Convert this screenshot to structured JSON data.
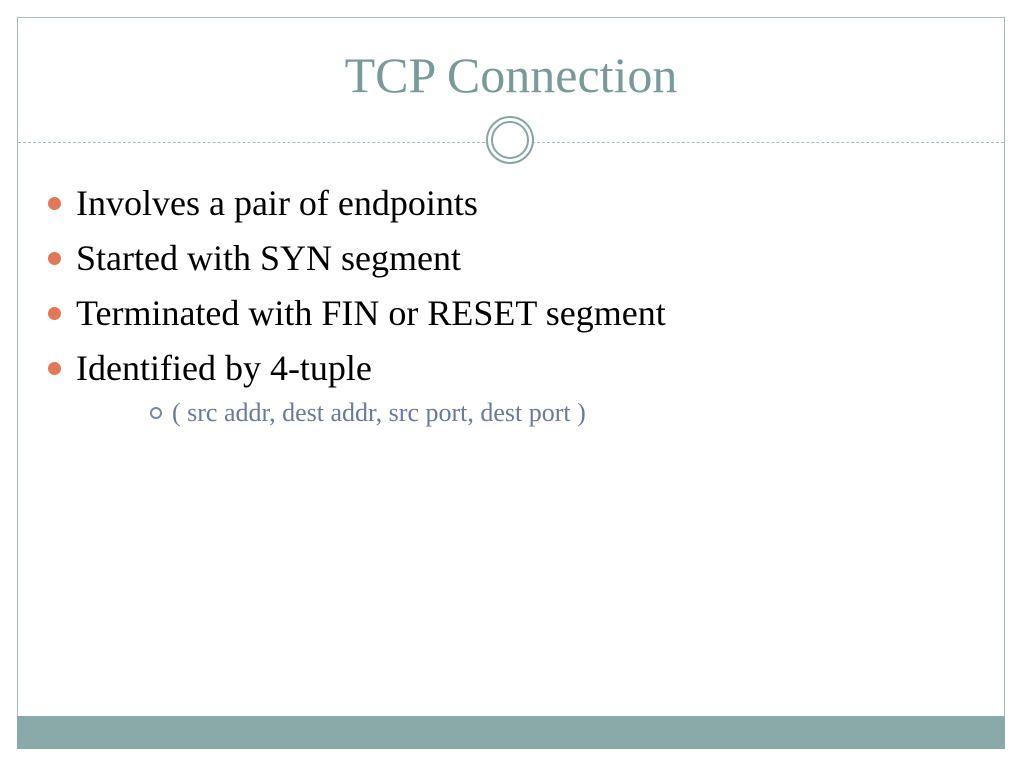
{
  "slide": {
    "title": "TCP Connection",
    "bullets": [
      "Involves a pair of endpoints",
      "Started with SYN segment",
      "Terminated with FIN or RESET segment",
      "Identified by 4-tuple"
    ],
    "sub_bullets": [
      "( src addr, dest addr, src port, dest port )"
    ]
  },
  "colors": {
    "title": "#7a9a9a",
    "accent_bullet": "#e0785a",
    "sub_text": "#6a7a9a",
    "footer_bar": "#8aaaaa",
    "frame_border": "#a8bcbc"
  },
  "icons": {
    "divider_ornament": "double-ring-icon",
    "bullet_marker": "filled-dot-icon",
    "sub_bullet_marker": "hollow-ring-icon"
  }
}
